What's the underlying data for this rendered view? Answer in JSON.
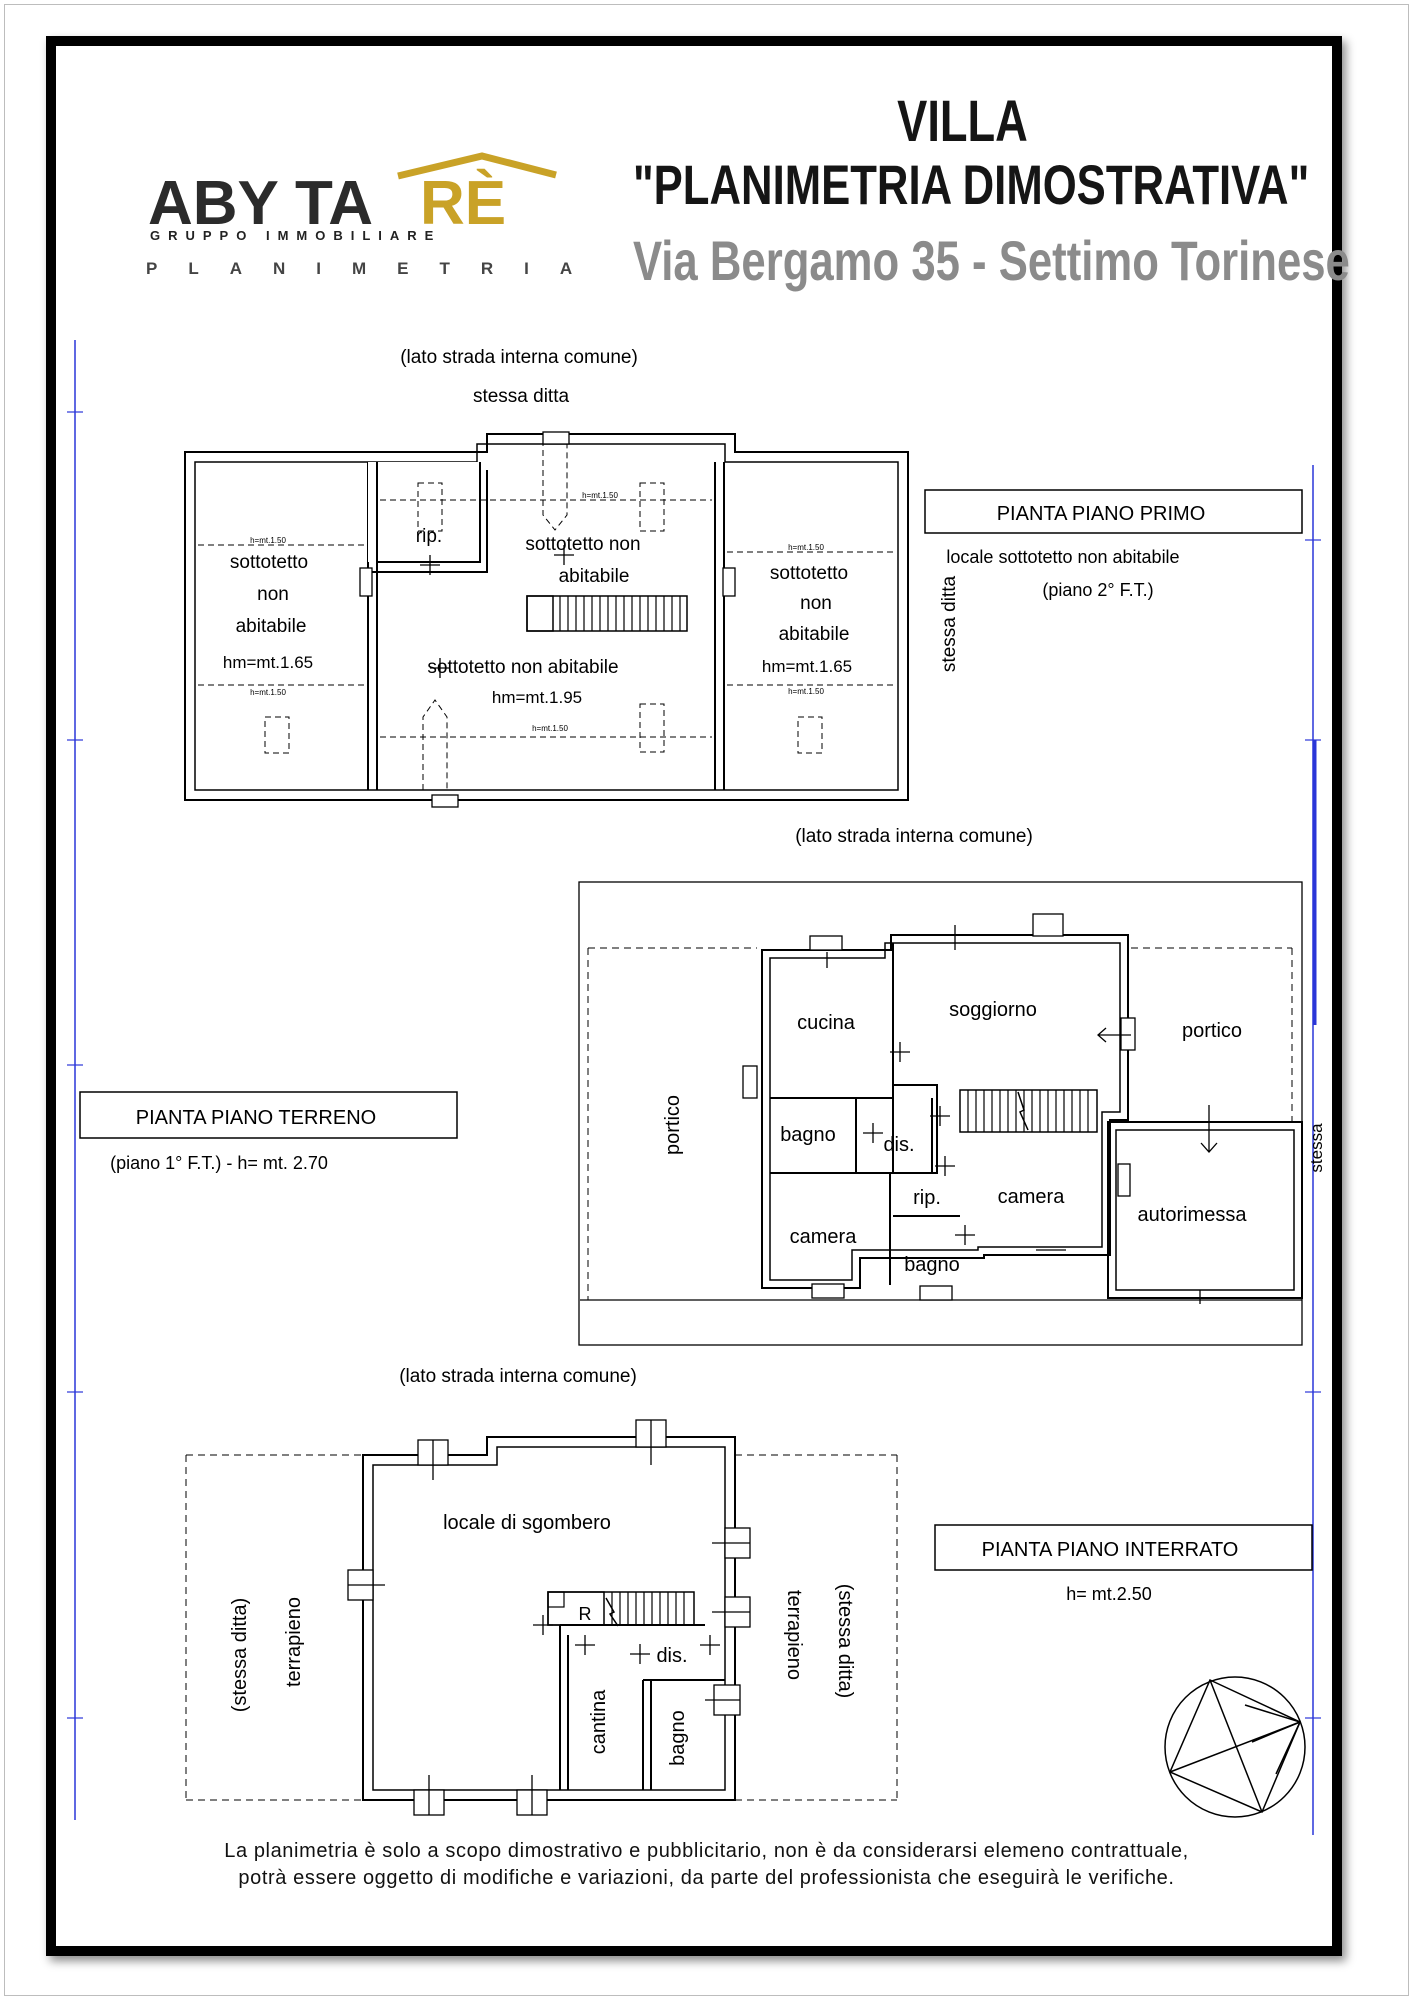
{
  "title": {
    "line1": "VILLA",
    "line2": "\"PLANIMETRIA DIMOSTRATIVA\"",
    "line3": "Via Bergamo 35 - Settimo Torinese"
  },
  "logo": {
    "brand": "ABYTARÈ",
    "brand_main": "ABY TA",
    "brand_accent": "RÈ",
    "subtitle": "GRUPPO IMMOBILIARE",
    "tagline": "PLANIMETRIA",
    "colors": {
      "dark": "#2b2b2b",
      "gold": "#c9a227"
    }
  },
  "floor_first": {
    "label": "PIANTA PIANO PRIMO",
    "note1": "locale sottotetto non abitabile",
    "note2": "(piano 2° F.T.)",
    "top1": "(lato strada interna comune)",
    "top2": "stessa ditta",
    "side": "stessa ditta",
    "rooms": {
      "left_l1": "sottotetto",
      "left_l2": "non",
      "left_l3": "abitabile",
      "left_h": "hm=mt.1.65",
      "right_l1": "sottotetto",
      "right_l2": "non",
      "right_l3": "abitabile",
      "right_h": "hm=mt.1.65",
      "center_l1": "sottotetto non",
      "center_l2": "abitabile",
      "center_lower": "sottotetto non abitabile",
      "center_h": "hm=mt.1.95",
      "rip": "rip."
    },
    "small_h": "h=mt.1.50"
  },
  "floor_ground": {
    "label": "PIANTA PIANO TERRENO",
    "note": "(piano 1° F.T.) - h= mt. 2.70",
    "top": "(lato strada interna comune)",
    "side": "stessa",
    "rooms": {
      "cucina": "cucina",
      "soggiorno": "soggiorno",
      "portico_right": "portico",
      "portico_left": "portico",
      "bagno1": "bagno",
      "dis": "dis.",
      "rip": "rip.",
      "camera1": "camera",
      "camera2": "camera",
      "bagno2": "bagno",
      "autorimessa": "autorimessa"
    }
  },
  "floor_basement": {
    "label": "PIANTA PIANO INTERRATO",
    "note": "h= mt.2.50",
    "top": "(lato strada interna comune)",
    "rooms": {
      "sgombero": "locale di sgombero",
      "r": "R",
      "dis": "dis.",
      "cantina": "cantina",
      "bagno": "bagno",
      "terrapieno_left": "terrapieno",
      "stessa_left": "(stessa ditta)",
      "terrapieno_right": "terrapieno",
      "stessa_right": "(stessa ditta)"
    }
  },
  "disclaimer": {
    "line1": "La planimetria è solo a scopo dimostrativo e pubblicitario, non è da considerarsi elemeno contrattuale,",
    "line2": "potrà essere oggetto di modifiche e variazioni, da parte del professionista che eseguirà le verifiche."
  },
  "colors": {
    "guide_line": "#2a36d8",
    "wall": "#000000",
    "title_grey": "#8b8b8b"
  }
}
